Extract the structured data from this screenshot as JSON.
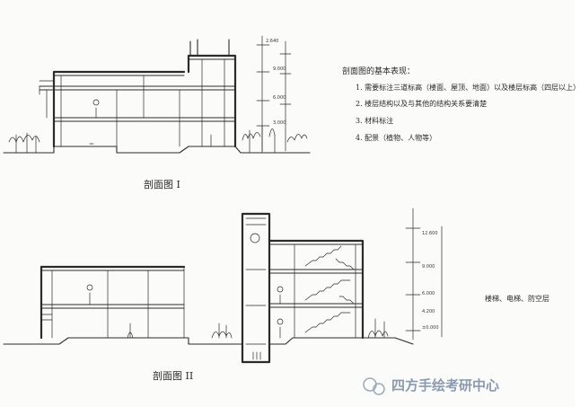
{
  "section1": {
    "caption": "剖面图 I",
    "levels": [
      "2.640",
      "9.000",
      "6.000",
      "3.000"
    ]
  },
  "notes": {
    "title": "剖面图的基本表现：",
    "items": [
      "1. 需要标注三道标高（楼面、屋顶、地面）以及楼层标高（四层以上）",
      "2. 楼层结构以及与其他的结构关系要清楚",
      "3. 材料标注",
      "4. 配景（植物、人物等）"
    ]
  },
  "section2": {
    "caption": "剖面图 II",
    "levels": [
      "12.600",
      "9.000",
      "6.000",
      "4.200",
      "±0.000"
    ],
    "side_note": "楼梯、电梯、防空层"
  },
  "watermark": "四方手绘考研中心"
}
